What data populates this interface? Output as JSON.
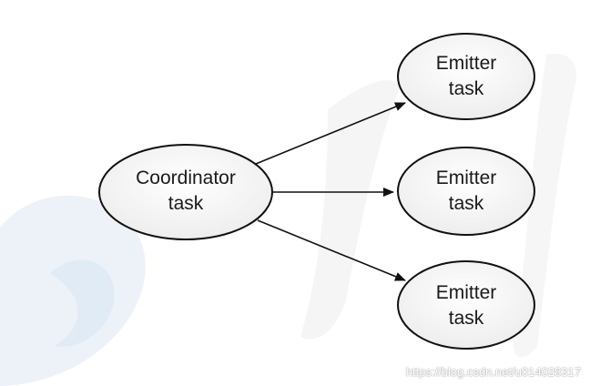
{
  "diagram": {
    "coordinator": {
      "line1": "Coordinator",
      "line2": "task"
    },
    "emitters": [
      {
        "line1": "Emitter",
        "line2": "task"
      },
      {
        "line1": "Emitter",
        "line2": "task"
      },
      {
        "line1": "Emitter",
        "line2": "task"
      }
    ]
  },
  "watermark": {
    "text": "https://blog.csdn.net/u014028317"
  },
  "colors": {
    "node_fill": "#f5f5f5",
    "node_stroke": "#111111",
    "arrow": "#111111",
    "background_swirl": "#dde8f3",
    "background_brush": "#ececec"
  }
}
